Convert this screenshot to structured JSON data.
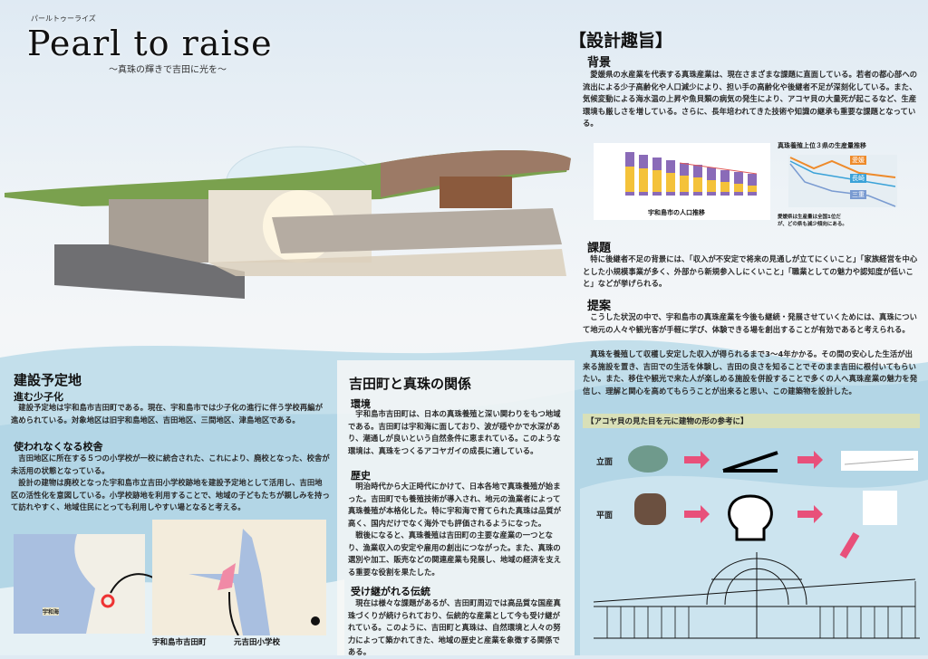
{
  "header": {
    "kana": "パールトゥーライズ",
    "title": "Pearl to raise",
    "subtitle": "～真珠の輝きで吉田に光を～"
  },
  "concept": {
    "title": "【設計趣旨】",
    "background": {
      "heading": "背景",
      "text": "愛媛県の水産業を代表する真珠産業は、現在さまざまな課題に直面している。若者の都心部への流出による少子高齢化や人口減少により、担い手の高齢化や後継者不足が深刻化している。また、気候変動による海水温の上昇や魚貝類の病気の発生により、アコヤ貝の大量死が起こるなど、生産環境も厳しさを増している。さらに、長年培われてきた技術や知識の継承も重要な課題となっている。"
    },
    "charts": {
      "population_caption": "宇和島市の人口推移",
      "production_title": "真珠養殖上位３県の生産量推移",
      "production_legend": [
        "愛媛",
        "長崎",
        "三重"
      ],
      "production_caption": "愛媛県は生産量は全国1位だが、どの県も減少傾向にある。"
    },
    "issue": {
      "heading": "課題",
      "text": "特に後継者不足の背景には、「収入が不安定で将来の見通しが立てにくいこと」「家族経営を中心とした小規模事業が多く、外部から新規参入しにくいこと」「職業としての魅力や認知度が低いこと」などが挙げられる。"
    },
    "proposal": {
      "heading": "提案",
      "text1": "こうした状況の中で、宇和島市の真珠産業を今後も継続・発展させていくためには、真珠について地元の人々や観光客が手軽に学び、体験できる場を創出することが有効であると考えられる。",
      "text2": "真珠を養殖して収穫し安定した収入が得られるまで3～4年かかる。その間の安心した生活が出来る施設を置き、吉田での生活を体験し、吉田の良さを知ることでそのまま吉田に根付いてもらいたい。また、移住や観光で来た人が楽しめる施設を併設することで多くの人へ真珠産業の魅力を発信し、理解と関心を高めてもらうことが出来ると思い、この建築物を設計した。"
    },
    "form": {
      "banner": "【アコヤ貝の見た目を元に建物の形の参考に】",
      "elevation": "立面",
      "plan": "平面"
    }
  },
  "site": {
    "title": "建設予定地",
    "s1": {
      "heading": "進む少子化",
      "text": "建設予定地は宇和島市吉田町である。現在、宇和島市では少子化の進行に伴う学校再編が進められている。対象地区は旧宇和島地区、吉田地区、三間地区、津島地区である。"
    },
    "s2": {
      "heading": "使われなくなる校舎",
      "text1": "吉田地区に所在する５つの小学校が一校に統合された、これにより、廃校となった、校舎が未活用の状態となっている。",
      "text2": "設計の建物は廃校となった宇和島市立吉田小学校跡地を建設予定地として活用し、吉田地区の活性化を意図している。小学校跡地を利用することで、地域の子どもたちが親しみを持って訪れやすく、地域住民にとっても利用しやすい場となると考える。"
    },
    "map": {
      "sea_label": "宇和海",
      "caption_town": "宇和島市吉田町",
      "caption_school": "元吉田小学校"
    }
  },
  "relation": {
    "title": "吉田町と真珠の関係",
    "env": {
      "heading": "環境",
      "text": "宇和島市吉田町は、日本の真珠養殖と深い関わりをもつ地域である。吉田町は宇和海に面しており、波が穏やかで水深があり、潮通しが良いという自然条件に恵まれている。このような環境は、真珠をつくるアコヤガイの成長に適している。"
    },
    "history": {
      "heading": "歴史",
      "text1": "明治時代から大正時代にかけて、日本各地で真珠養殖が始まった。吉田町でも養殖技術が導入され、地元の漁業者によって真珠養殖が本格化した。特に宇和海で育てられた真珠は品質が高く、国内だけでなく海外でも評価されるようになった。",
      "text2": "戦後になると、真珠養殖は吉田町の主要な産業の一つとなり、漁業収入の安定や雇用の創出につながった。また、真珠の選別や加工、販売などの関連産業も発展し、地域の経済を支える重要な役割を果たした。"
    },
    "tradition": {
      "heading": "受け継がれる伝統",
      "text": "現在は様々な課題があるが、吉田町周辺では高品質な国産真珠づくりが続けられており、伝統的な産業として今も受け継がれている。このように、吉田町と真珠は、自然環境と人々の努力によって築かれてきた、地域の歴史と産業を象徴する関係である。"
    }
  },
  "colors": {
    "accent_pink": "#e8507a",
    "wave": "#a9d0e2",
    "banner": "#d9e0b8"
  }
}
